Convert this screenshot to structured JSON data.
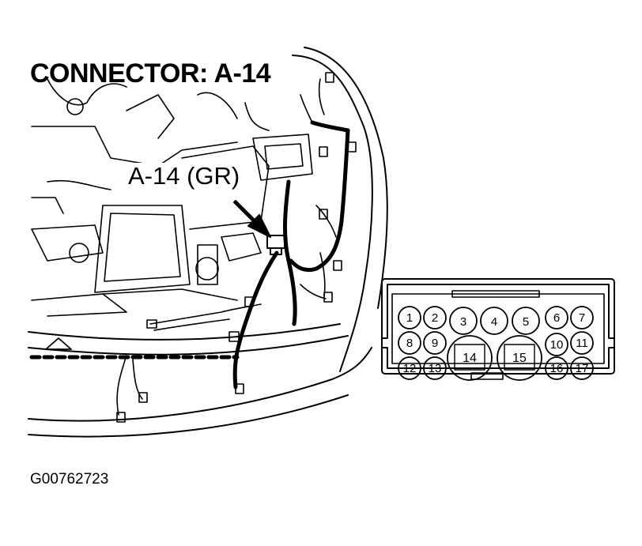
{
  "header": {
    "title": "CONNECTOR: A-14"
  },
  "callout": {
    "label": "A-14 (GR)"
  },
  "figure_id": "G00762723",
  "connector": {
    "pins": [
      "1",
      "2",
      "3",
      "4",
      "5",
      "6",
      "7",
      "8",
      "9",
      "10",
      "11",
      "12",
      "13",
      "14",
      "15",
      "16",
      "17"
    ]
  },
  "icons": {
    "arrow": "arrow-pointer-icon",
    "warning": "warning-triangle-icon"
  }
}
